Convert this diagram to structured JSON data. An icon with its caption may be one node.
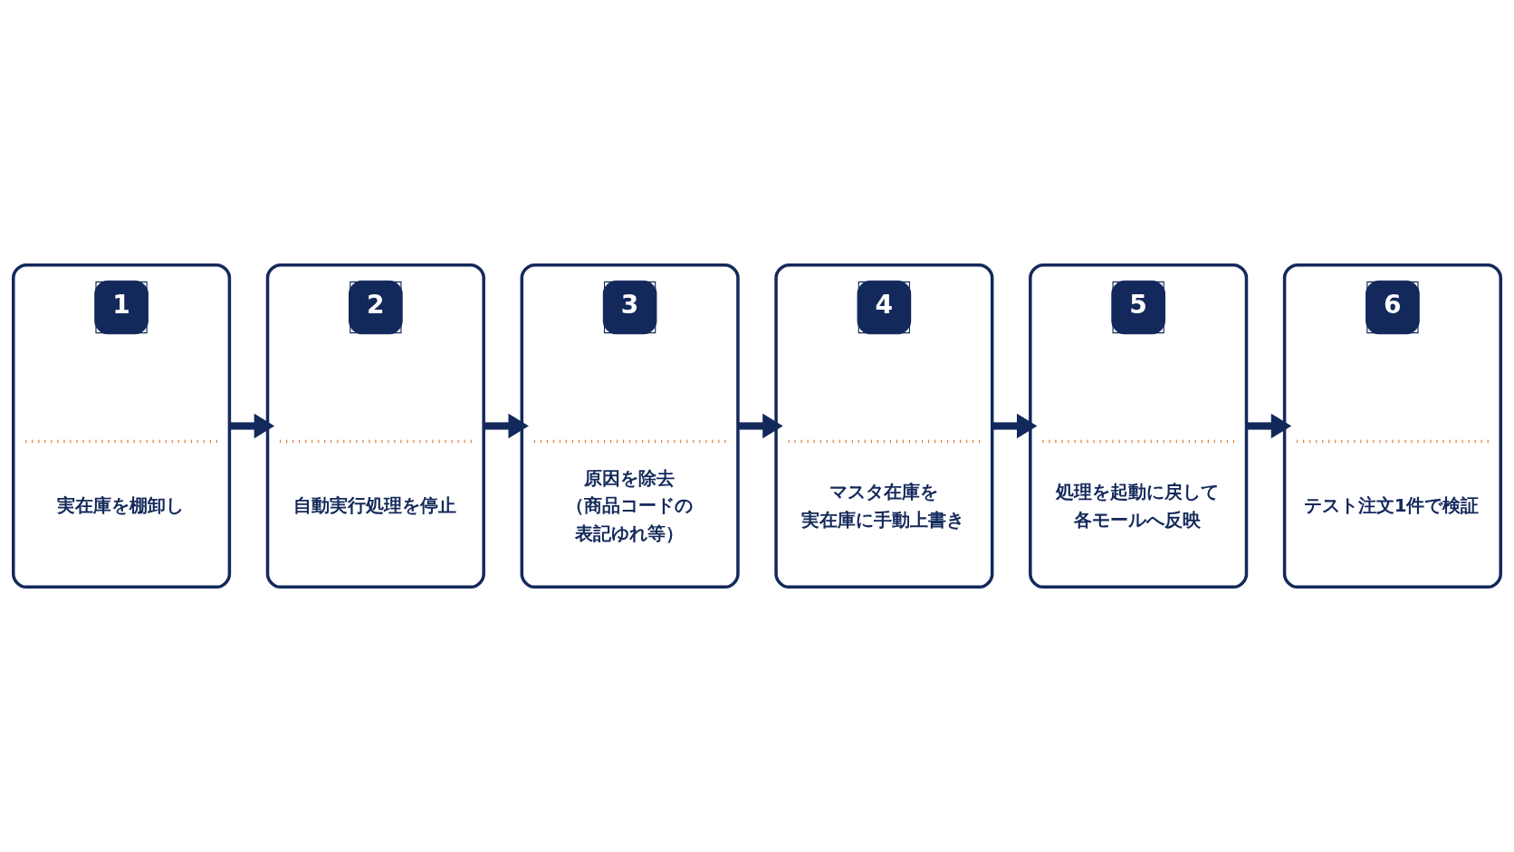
{
  "diagram": {
    "nodes": [
      {
        "text": [
          "1",
          "実在庫を棚卸し"
        ]
      },
      {
        "text": [
          "2",
          "自動実行処理を停止"
        ]
      },
      {
        "text": [
          "3",
          "原因を除去（商品コードの表記ゆれ等）"
        ]
      },
      {
        "text": [
          "4",
          "マスタ在庫を実在庫に手動上書き"
        ]
      },
      {
        "text": [
          "5",
          "処理を起動に戻して各モールへ反映"
        ]
      },
      {
        "text": [
          "6",
          "テスト注文1件で検証"
        ]
      }
    ],
    "edges": [
      {
        "from": 0,
        "to": 1,
        "arrow": "to"
      },
      {
        "from": 1,
        "to": 2,
        "arrow": "to"
      },
      {
        "from": 2,
        "to": 3,
        "arrow": "to"
      },
      {
        "from": 3,
        "to": 4,
        "arrow": "to"
      },
      {
        "from": 4,
        "to": 5,
        "arrow": "to"
      }
    ]
  }
}
